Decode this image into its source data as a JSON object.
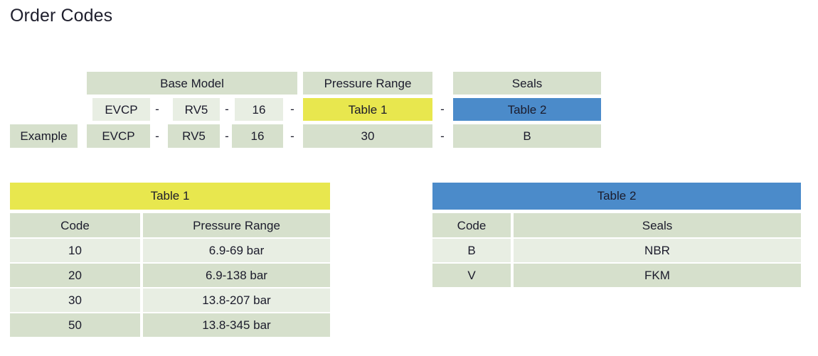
{
  "page": {
    "title": "Order Codes"
  },
  "colors": {
    "header_green": "#d6e0cc",
    "cell_green": "#e8eee3",
    "table1_accent": "#e8e74e",
    "table2_accent": "#4b8bca",
    "text": "#1b1b2b",
    "background": "#ffffff"
  },
  "order_matrix": {
    "separator": "-",
    "group_headers": [
      {
        "label": "Base Model"
      },
      {
        "label": "Pressure Range"
      },
      {
        "label": "Seals"
      }
    ],
    "code_row": {
      "row_label": "",
      "segments": [
        {
          "value": "EVCP",
          "style": "light"
        },
        {
          "value": "RV5",
          "style": "light"
        },
        {
          "value": "16",
          "style": "light"
        },
        {
          "value": "Table 1",
          "style": "yellow"
        },
        {
          "value": "Table 2",
          "style": "blue"
        }
      ]
    },
    "example_row": {
      "row_label": "Example",
      "segments": [
        {
          "value": "EVCP",
          "style": "head"
        },
        {
          "value": "RV5",
          "style": "head"
        },
        {
          "value": "16",
          "style": "head"
        },
        {
          "value": "30",
          "style": "head"
        },
        {
          "value": "B",
          "style": "head"
        }
      ]
    }
  },
  "table1": {
    "title": "Table 1",
    "columns": [
      "Code",
      "Pressure Range"
    ],
    "rows": [
      {
        "code": "10",
        "range": "6.9-69 bar"
      },
      {
        "code": "20",
        "range": "6.9-138 bar"
      },
      {
        "code": "30",
        "range": "13.8-207 bar"
      },
      {
        "code": "50",
        "range": "13.8-345 bar"
      }
    ]
  },
  "table2": {
    "title": "Table 2",
    "columns": [
      "Code",
      "Seals"
    ],
    "rows": [
      {
        "code": "B",
        "seal": "NBR"
      },
      {
        "code": "V",
        "seal": "FKM"
      }
    ]
  }
}
